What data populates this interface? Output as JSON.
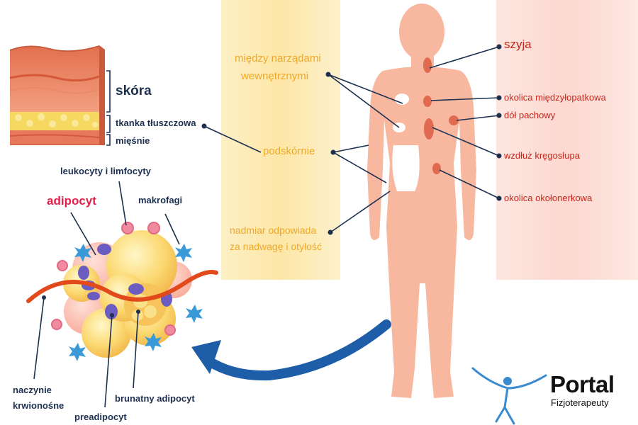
{
  "skin_layers": {
    "skin": "skóra",
    "fat_tissue": "tkanka tłuszczowa",
    "muscles": "mięśnie"
  },
  "fat_locations": {
    "between_organs_line1": "między narządami",
    "between_organs_line2": "wewnętrznymi",
    "subcutaneous": "podskórnie",
    "excess_line1": "nadmiar odpowiada",
    "excess_line2": "za nadwagę i otyłość"
  },
  "brown_fat_locations": {
    "neck": "szyja",
    "interscapular": "okolica międzyłopatkowa",
    "axilla": "dół pachowy",
    "spine": "wzdłuż kręgosłupa",
    "perirenal": "okolica okołonerkowa"
  },
  "tissue_components": {
    "leukocytes": "leukocyty i limfocyty",
    "adipocyte": "adipocyt",
    "macrophages": "makrofagi",
    "blood_vessel_line1": "naczynie",
    "blood_vessel_line2": "krwionośne",
    "preadipocyte": "preadipocyt",
    "brown_adipocyte": "brunatny adipocyt"
  },
  "logo": {
    "name": "Portal",
    "subtitle": "Fizjoterapeuty"
  },
  "colors": {
    "yellow_label": "#f0a82a",
    "red_label": "#c8261c",
    "dark_label": "#1d3050",
    "adipocyte_label": "#e0204a",
    "body": "#f8b8a0",
    "arrow": "#1e5da8"
  }
}
